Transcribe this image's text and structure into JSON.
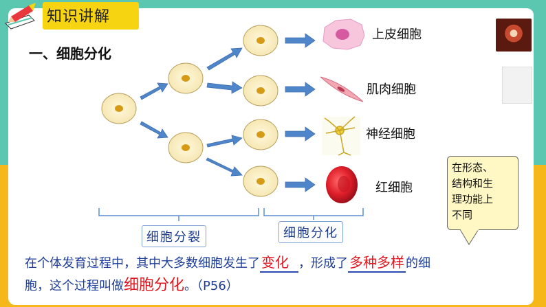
{
  "header": {
    "title": "知识讲解"
  },
  "section": {
    "title": "一、细胞分化"
  },
  "cells": {
    "epithelial": "上皮细胞",
    "muscle": "肌肉细胞",
    "nerve": "神经细胞",
    "red_blood": "红细胞"
  },
  "stages": {
    "division": "细胞分裂",
    "differentiation": "细胞分化"
  },
  "callout": {
    "lines": [
      "在形态、",
      "结构和生",
      "理功能上",
      "不同"
    ]
  },
  "caption": {
    "line1_a": "在个体发育过程中，其中大多数细胞发生了",
    "blank1": "变化",
    "line1_b": "，形成了",
    "blank2": "多种多样",
    "line1_c": "的细",
    "line2_a": "胞，这个过程叫做",
    "term": "细胞分化",
    "line2_b": "。（P56）"
  },
  "colors": {
    "accent_yellow": "#f6d412",
    "frame_teal": "#5cc7b0",
    "frame_orange": "#f6b71a",
    "arrow_blue": "#4f86c9",
    "caption_blue": "#1f3e9a",
    "highlight_red": "#e0161e"
  }
}
